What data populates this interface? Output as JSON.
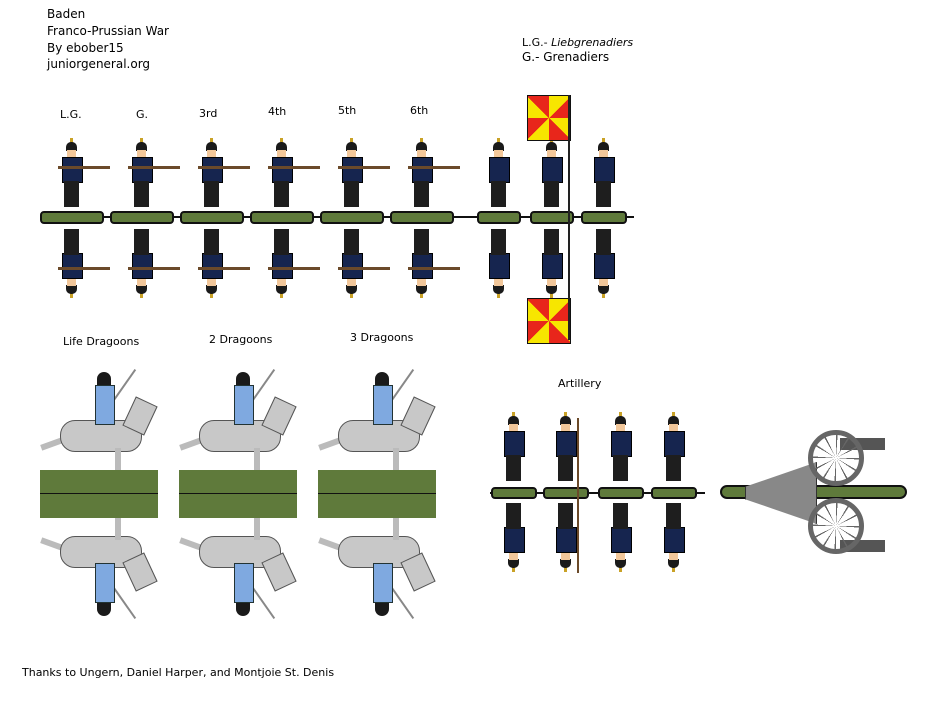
{
  "header": {
    "title": "Baden",
    "subtitle": "Franco-Prussian War",
    "author": "By ebober15",
    "site": "juniorgeneral.org"
  },
  "legend": {
    "lg_abbr": "L.G.-",
    "lg_full": "Liebgrenadiers",
    "g": "G.- Grenadiers"
  },
  "infantry_labels": [
    "L.G.",
    "G.",
    "3rd",
    "4th",
    "5th",
    "6th"
  ],
  "cavalry_labels": [
    "Life Dragoons",
    "2 Dragoons",
    "3 Dragoons"
  ],
  "artillery_label": "Artillery",
  "credits": "Thanks to Ungern, Daniel Harper, and Montjoie St. Denis",
  "colors": {
    "base": "#5f7a3b",
    "coat": "#16254f",
    "flag_yellow": "#f7e600",
    "flag_red": "#e8261b"
  }
}
